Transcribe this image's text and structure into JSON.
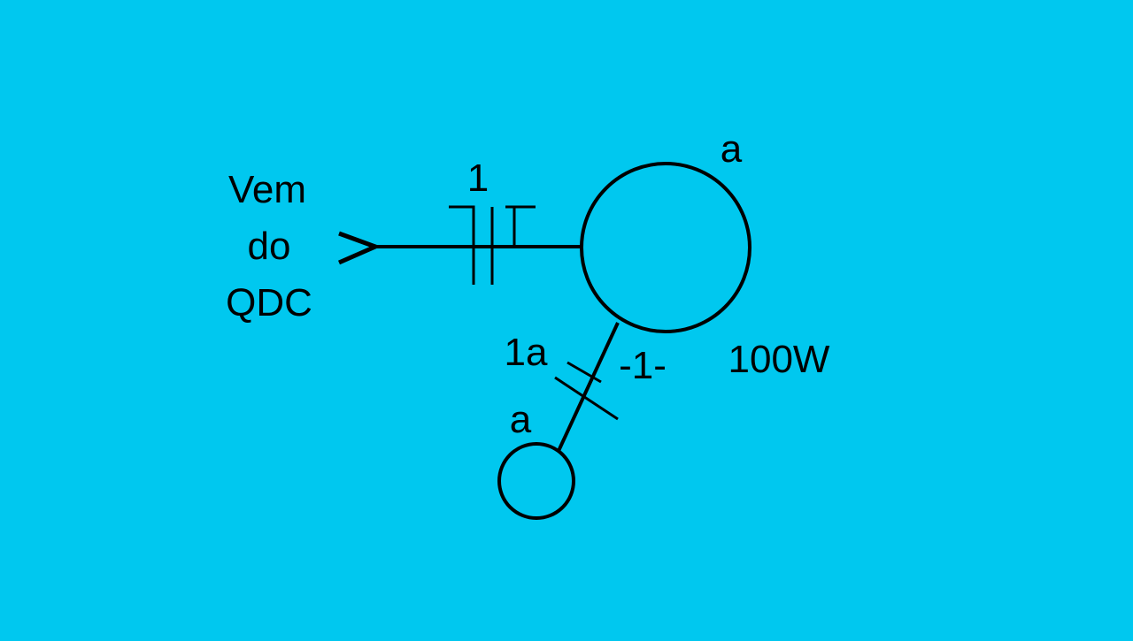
{
  "source_label": {
    "line1": "Vem",
    "line2": "do",
    "line3": "QDC"
  },
  "circuit_number_top": "1",
  "main_lamp": {
    "switch_letter": "a",
    "power": "100W",
    "circuit_label": "-1-"
  },
  "secondary_lamp": {
    "switch_letter": "a",
    "conductor_label": "1a"
  },
  "colors": {
    "background": "#00C8EF",
    "stroke": "#000000"
  }
}
